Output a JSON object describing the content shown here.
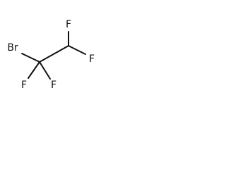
{
  "structure": {
    "atoms": {
      "br": "Br",
      "f_top": "F",
      "f_right": "F",
      "f_bottom_left": "F",
      "f_bottom_right": "F"
    }
  }
}
